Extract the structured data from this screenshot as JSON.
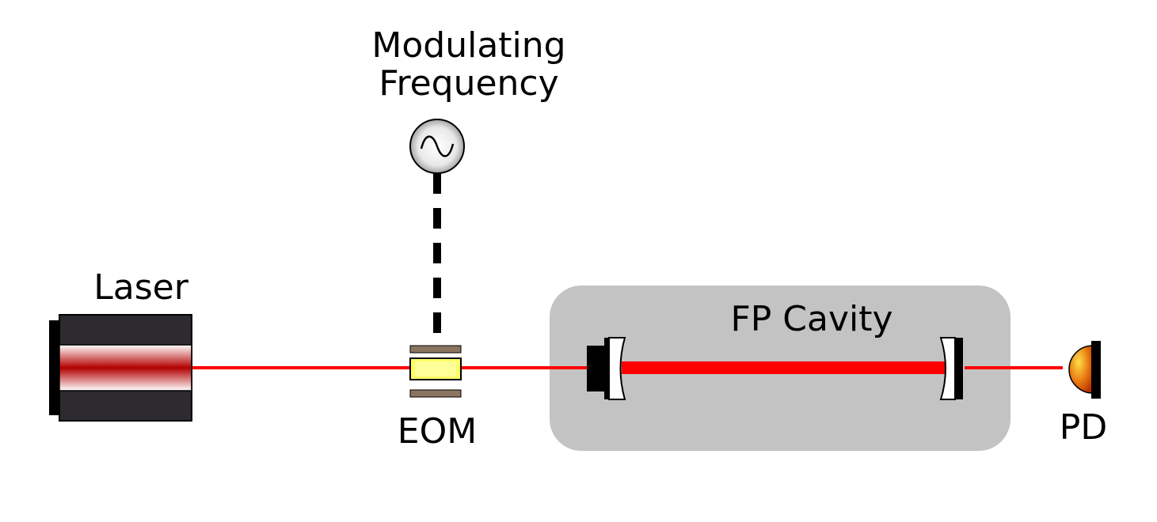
{
  "labels": {
    "modulating_line1": "Modulating",
    "modulating_line2": "Frequency",
    "laser": "Laser",
    "eom": "EOM",
    "cavity": "FP Cavity",
    "pd": "PD"
  },
  "colors": {
    "beam": "#ff0000",
    "laser_body": "#2d2a30",
    "cavity_box": "#c3c3c3",
    "eom_crystal": "#ffff66",
    "eom_electrode": "#8a7560",
    "pd_dome": "#e07a10"
  },
  "icons": {
    "oscillator": "sine-wave-source-icon",
    "photodetector": "photodiode-icon"
  }
}
